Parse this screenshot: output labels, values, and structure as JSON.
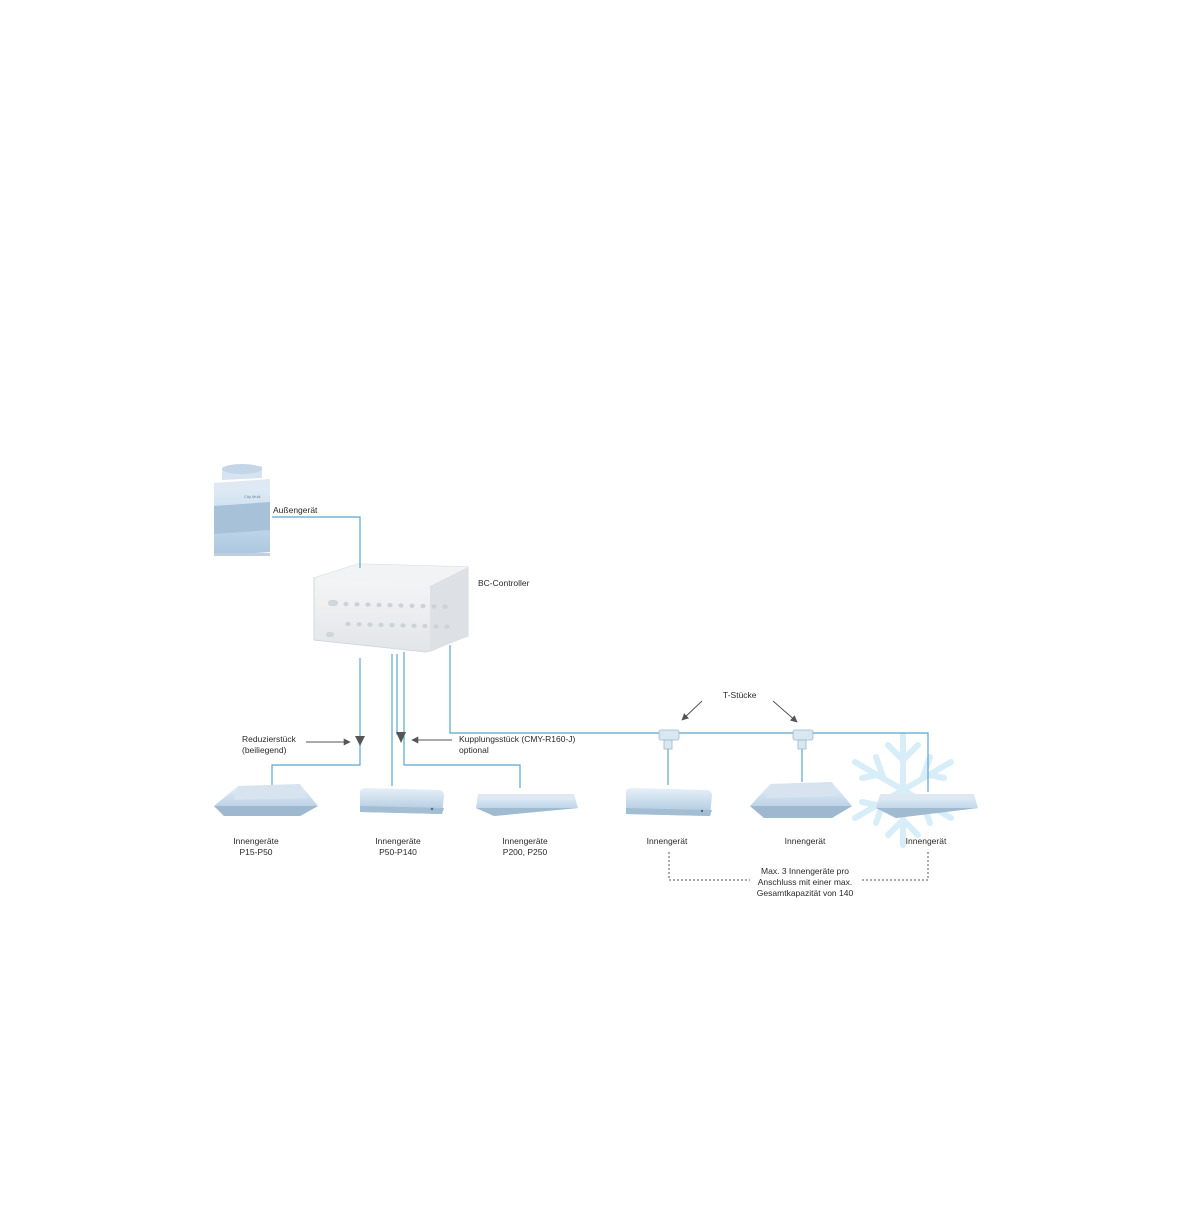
{
  "outdoor_unit": {
    "label": "Außengerät",
    "brand": "City Multi"
  },
  "bc_controller": {
    "label": "BC-Controller"
  },
  "annotations": {
    "reducer_line1": "Reduzierstück",
    "reducer_line2": "(beiliegend)",
    "coupling_line1": "Kupplungsstück (CMY-R160-J)",
    "coupling_line2": "optional",
    "t_pieces": "T-Stücke",
    "capacity_line1": "Max. 3 Innengeräte pro",
    "capacity_line2": "Anschluss mit einer max.",
    "capacity_line3": "Gesamtkapazität von 140"
  },
  "indoor_units": [
    {
      "line1": "Innengeräte",
      "line2": "P15-P50"
    },
    {
      "line1": "Innengeräte",
      "line2": "P50-P140"
    },
    {
      "line1": "Innengeräte",
      "line2": "P200, P250"
    },
    {
      "line1": "Innengerät",
      "line2": ""
    },
    {
      "line1": "Innengerät",
      "line2": ""
    },
    {
      "line1": "Innengerät",
      "line2": ""
    }
  ],
  "colors": {
    "pipe": "#5aa7cc",
    "unit": "#c5d9ea",
    "snowflake": "#d3ecf7"
  }
}
